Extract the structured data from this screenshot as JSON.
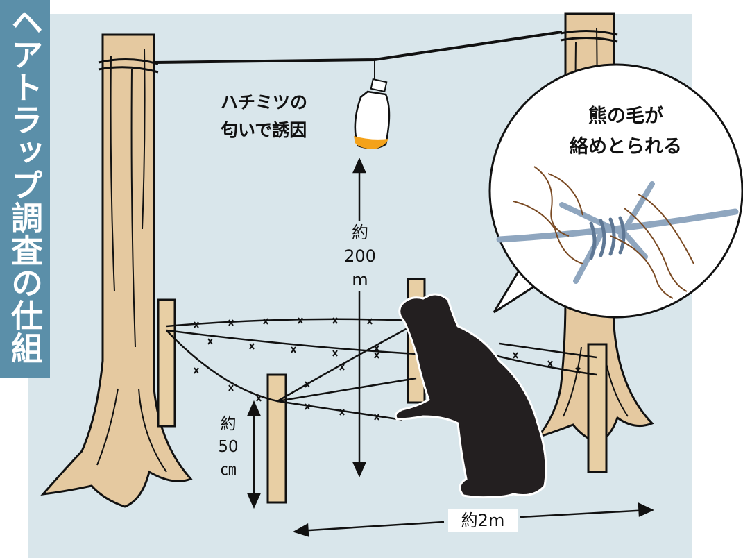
{
  "title": "ヘアトラップ調査の仕組み",
  "labels": {
    "honey_line1": "ハチミツの",
    "honey_line2": "匂いで誘因",
    "hair_line1": "熊の毛が",
    "hair_line2": "絡めとられる"
  },
  "dimensions": {
    "height_prefix": "約",
    "height_value": "200",
    "height_unit": "m",
    "wire_prefix": "約",
    "wire_value": "50",
    "wire_unit": "㎝",
    "width_label": "約2m"
  },
  "colors": {
    "background": "#d9e6eb",
    "title_band": "#5b8fa9",
    "tree": "#e5c9a0",
    "post": "#e8cfa4",
    "bear": "#231f20",
    "honey": "#f4a21a",
    "wire_zoom": "#8fa6bf",
    "hair": "#7a4a23"
  }
}
